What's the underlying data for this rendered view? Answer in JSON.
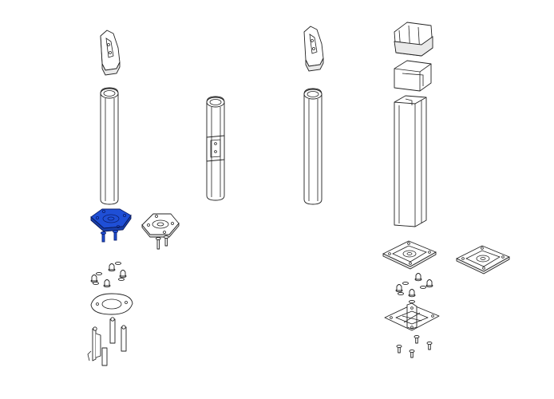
{
  "diagram": {
    "background": "#ffffff",
    "line_color": "#222222",
    "highlight_color": "#1f4fd6",
    "groups": [
      {
        "name": "post-assembly-1",
        "parts": [
          "top-bracket",
          "oval-post",
          "base-plate-highlighted",
          "base-plate",
          "screws",
          "cap-nuts",
          "gasket-plate",
          "anchor-bolts"
        ]
      },
      {
        "name": "post-assembly-2",
        "parts": [
          "oval-post-with-connector"
        ]
      },
      {
        "name": "post-assembly-3",
        "parts": [
          "top-bracket",
          "oval-post"
        ]
      },
      {
        "name": "post-assembly-4",
        "parts": [
          "saddle-cap",
          "sleeve",
          "square-post",
          "square-base-plate",
          "square-base-plate-alt",
          "cap-nuts",
          "anchor-plate",
          "screws"
        ]
      }
    ],
    "selected_part": "base-plate-highlighted"
  }
}
